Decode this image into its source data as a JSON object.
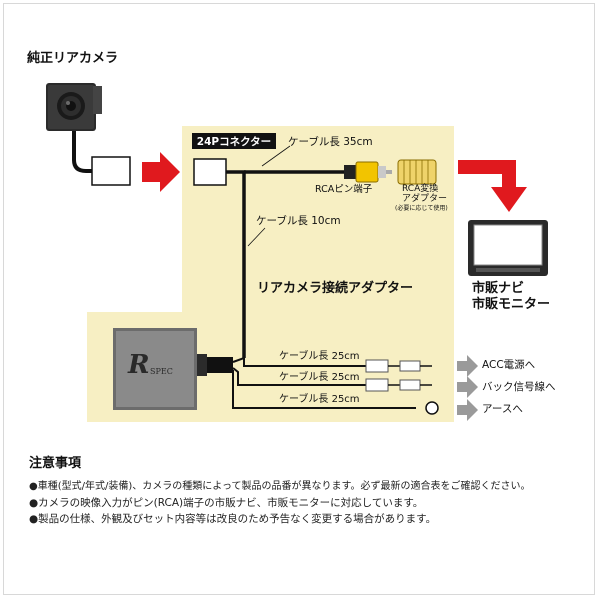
{
  "camera": {
    "title": "純正リアカメラ"
  },
  "connector": {
    "label": "24Pコネクター"
  },
  "cables": {
    "top": "ケーブル長 35cm",
    "mid": "ケーブル長 10cm",
    "out1": "ケーブル長 25cm",
    "out2": "ケーブル長 25cm",
    "out3": "ケーブル長 25cm"
  },
  "rca": {
    "pin_label": "RCAピン端子",
    "adapter_label_line1": "RCA変換",
    "adapter_label_line2": "アダプター",
    "adapter_note": "(必要に応じて使用)"
  },
  "adapter": {
    "title": "リアカメラ接続アダプター",
    "logo_letter": "R",
    "logo_text": "SPEC"
  },
  "outputs": {
    "acc": "ACC電源へ",
    "back": "バック信号線へ",
    "earth": "アースへ"
  },
  "monitor": {
    "line1": "市販ナビ",
    "line2": "市販モニター"
  },
  "notes": {
    "title": "注意事項",
    "items": [
      "●車種(型式/年式/装備)、カメラの種類によって製品の品番が異なります。必ず最新の適合表をご確認ください。",
      "●カメラの映像入力がピン(RCA)端子の市販ナビ、市販モニターに対応しています。",
      "●製品の仕様、外観及びセット内容等は改良のため予告なく変更する場合があります。"
    ]
  },
  "colors": {
    "panel": "#f7efc3",
    "arrow_red": "#e0191e",
    "cable": "#111111",
    "rca_yellow": "#f2c400",
    "out_arrow": "#9a9a9a"
  }
}
